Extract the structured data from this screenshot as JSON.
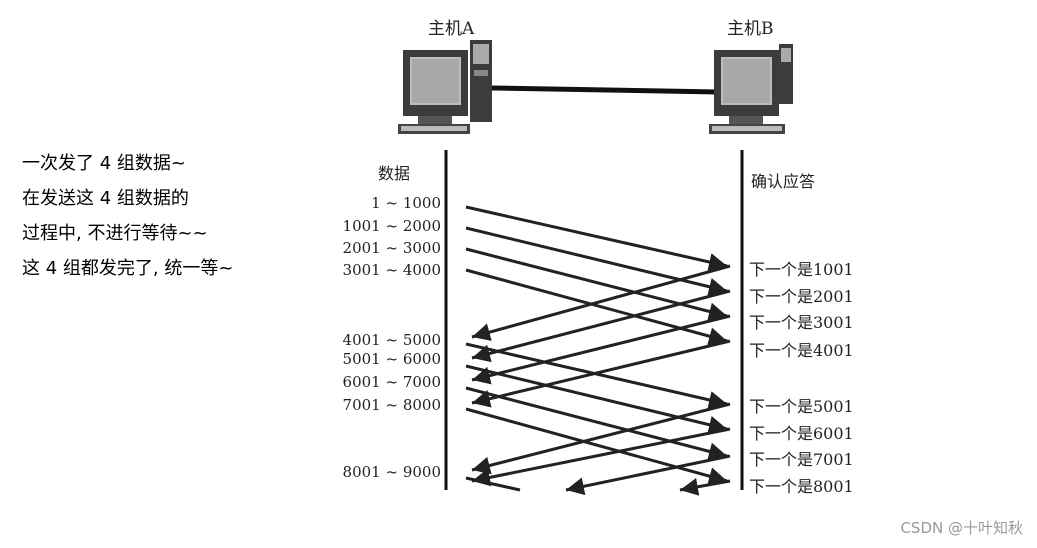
{
  "note": {
    "lines": [
      "一次发了 4 组数据~",
      "在发送这 4 组数据的",
      "过程中, 不进行等待~~",
      "这 4 组都发完了, 统一等~"
    ]
  },
  "hosts": {
    "a_label": "主机A",
    "b_label": "主机B"
  },
  "columns": {
    "data_label": "数据",
    "ack_label": "确认应答"
  },
  "segments": [
    "1 ~ 1000",
    "1001 ~ 2000",
    "2001 ~ 3000",
    "3001 ~ 4000",
    "4001 ~ 5000",
    "5001 ~ 6000",
    "6001 ~ 7000",
    "7001 ~ 8000",
    "8001 ~ 9000"
  ],
  "acks": [
    "下一个是1001",
    "下一个是2001",
    "下一个是3001",
    "下一个是4001",
    "下一个是5001",
    "下一个是6001",
    "下一个是7001",
    "下一个是8001"
  ],
  "watermark": "CSDN @十叶知秋"
}
